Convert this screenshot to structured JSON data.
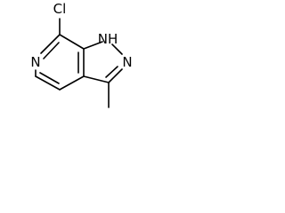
{
  "molecule": {
    "atoms": {
      "chlorine": "Cl",
      "pyridine_nitrogen": "N",
      "pyrazole_nh": "NH",
      "pyrazole_n": "N"
    }
  }
}
